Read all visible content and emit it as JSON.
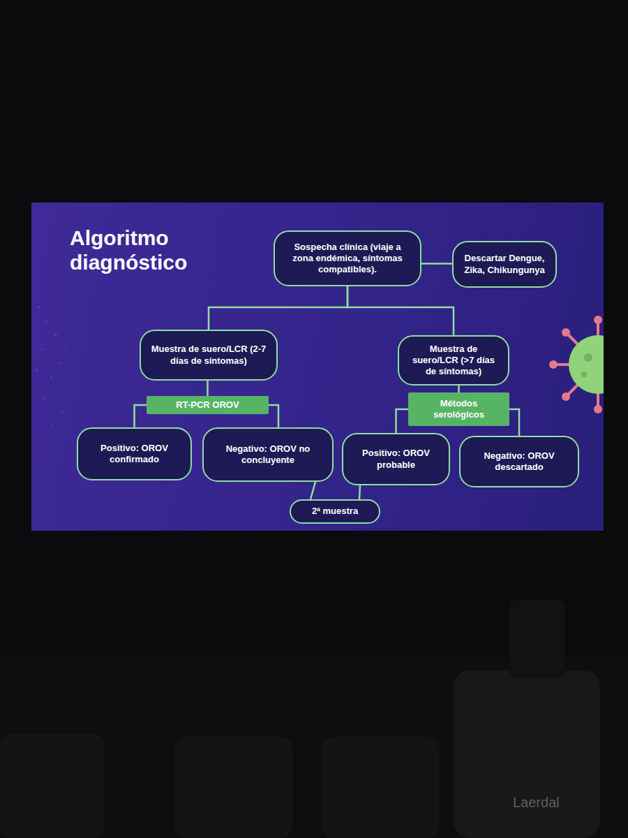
{
  "diagram": {
    "title": "Algoritmo diagnóstico",
    "nodes": [
      {
        "text": [
          "Sospecha clínica (viaje a zona endémica, síntomas compatibles)."
        ]
      },
      {
        "text": [
          "Descartar Dengue, Zika, Chikungunya"
        ]
      },
      {
        "text": [
          "Muestra de suero/LCR (2-7 días de síntomas)"
        ]
      },
      {
        "text": [
          "RT-PCR OROV"
        ]
      },
      {
        "text": [
          "Positivo: OROV confirmado"
        ]
      },
      {
        "text": [
          "Negativo: OROV no concluyente"
        ]
      },
      {
        "text": [
          "Muestra de suero/LCR (>7 días de síntomas)"
        ]
      },
      {
        "text": [
          "Métodos serológicos"
        ]
      },
      {
        "text": [
          "Positivo: OROV probable"
        ]
      },
      {
        "text": [
          "Negativo: OROV descartado"
        ]
      },
      {
        "text": [
          "2ª muestra"
        ]
      }
    ],
    "edges": [
      {
        "from": 0,
        "to": 1,
        "arrow": "none"
      },
      {
        "from": 0,
        "to": 2,
        "arrow": "none"
      },
      {
        "from": 0,
        "to": 6,
        "arrow": "none"
      },
      {
        "from": 2,
        "to": 3,
        "arrow": "none"
      },
      {
        "from": 3,
        "to": 4,
        "arrow": "none"
      },
      {
        "from": 3,
        "to": 5,
        "arrow": "none"
      },
      {
        "from": 6,
        "to": 7,
        "arrow": "none"
      },
      {
        "from": 7,
        "to": 8,
        "arrow": "none"
      },
      {
        "from": 7,
        "to": 9,
        "arrow": "none"
      },
      {
        "from": 5,
        "to": 10,
        "arrow": "none"
      },
      {
        "from": 8,
        "to": 10,
        "arrow": "none"
      }
    ],
    "labels": [
      "Laerdal"
    ]
  }
}
